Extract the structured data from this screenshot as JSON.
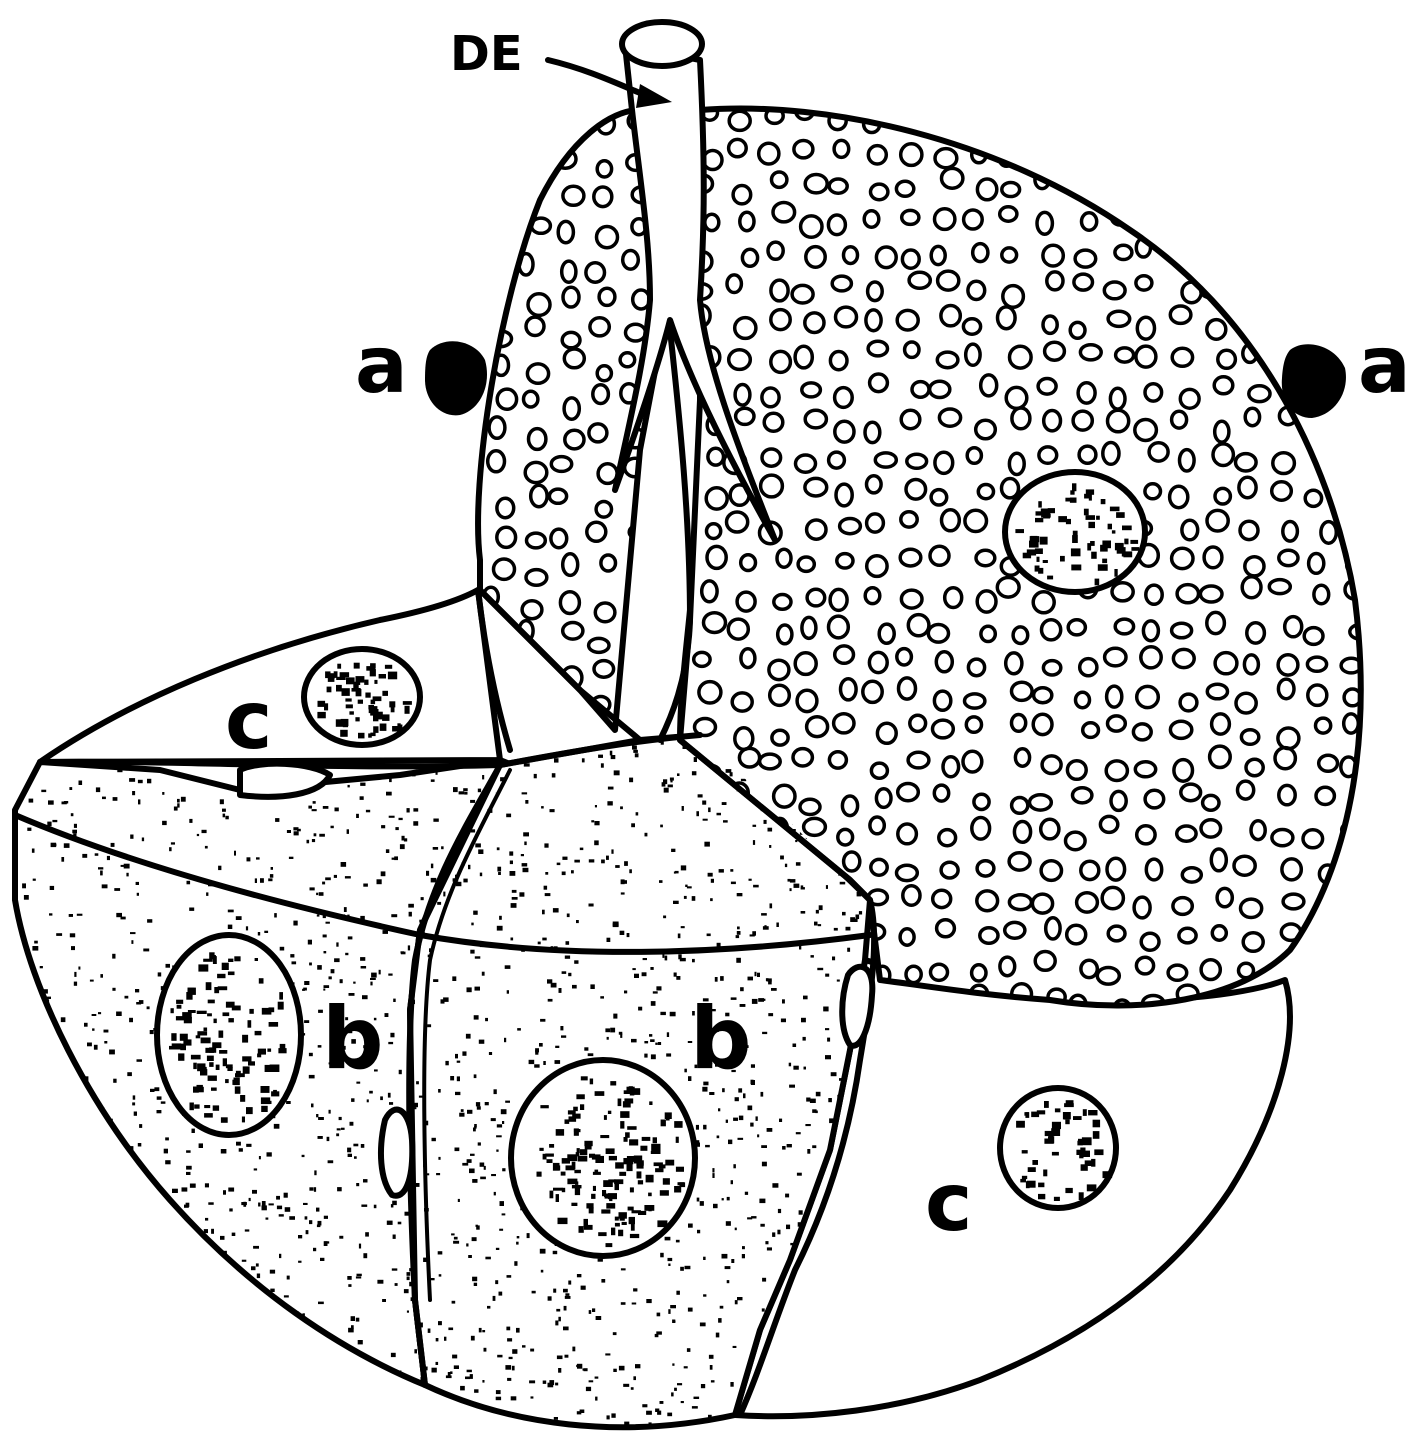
{
  "figure": {
    "labels": {
      "duct": "DE",
      "a_left": "a",
      "a_right": "a",
      "b_left": "b",
      "b_center": "b",
      "c_upper": "c",
      "c_lower": "c"
    },
    "colors": {
      "ink": "#000000",
      "paper": "#ffffff"
    },
    "cells": [
      {
        "id": "a",
        "texture": "vesicular",
        "count": 2
      },
      {
        "id": "b",
        "texture": "stippled",
        "count": 2
      },
      {
        "id": "c",
        "texture": "clear",
        "count": 2
      }
    ]
  }
}
